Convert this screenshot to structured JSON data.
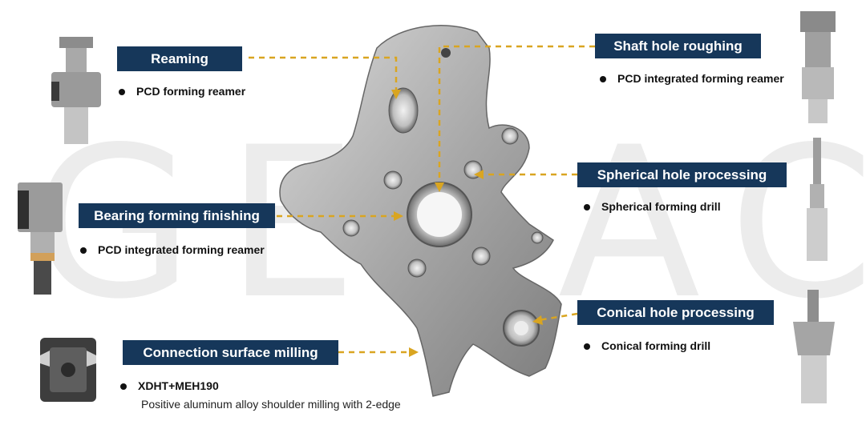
{
  "watermark": "GESAC",
  "colors": {
    "label_bg": "#16375a",
    "label_text": "#ffffff",
    "arrow": "#d9a521"
  },
  "operations": {
    "reaming": {
      "title": "Reaming",
      "tool": "PCD forming reamer"
    },
    "shaft_hole_roughing": {
      "title": "Shaft hole roughing",
      "tool": "PCD integrated forming reamer"
    },
    "spherical_hole_processing": {
      "title": "Spherical hole processing",
      "tool": "Spherical forming drill"
    },
    "bearing_forming_finishing": {
      "title": "Bearing forming finishing",
      "tool": "PCD integrated forming reamer"
    },
    "conical_hole_processing": {
      "title": "Conical hole processing",
      "tool": "Conical forming drill"
    },
    "connection_surface_milling": {
      "title": "Connection surface milling",
      "tool": "XDHT+MEH190",
      "description": "Positive aluminum alloy shoulder milling with 2-edge"
    }
  }
}
